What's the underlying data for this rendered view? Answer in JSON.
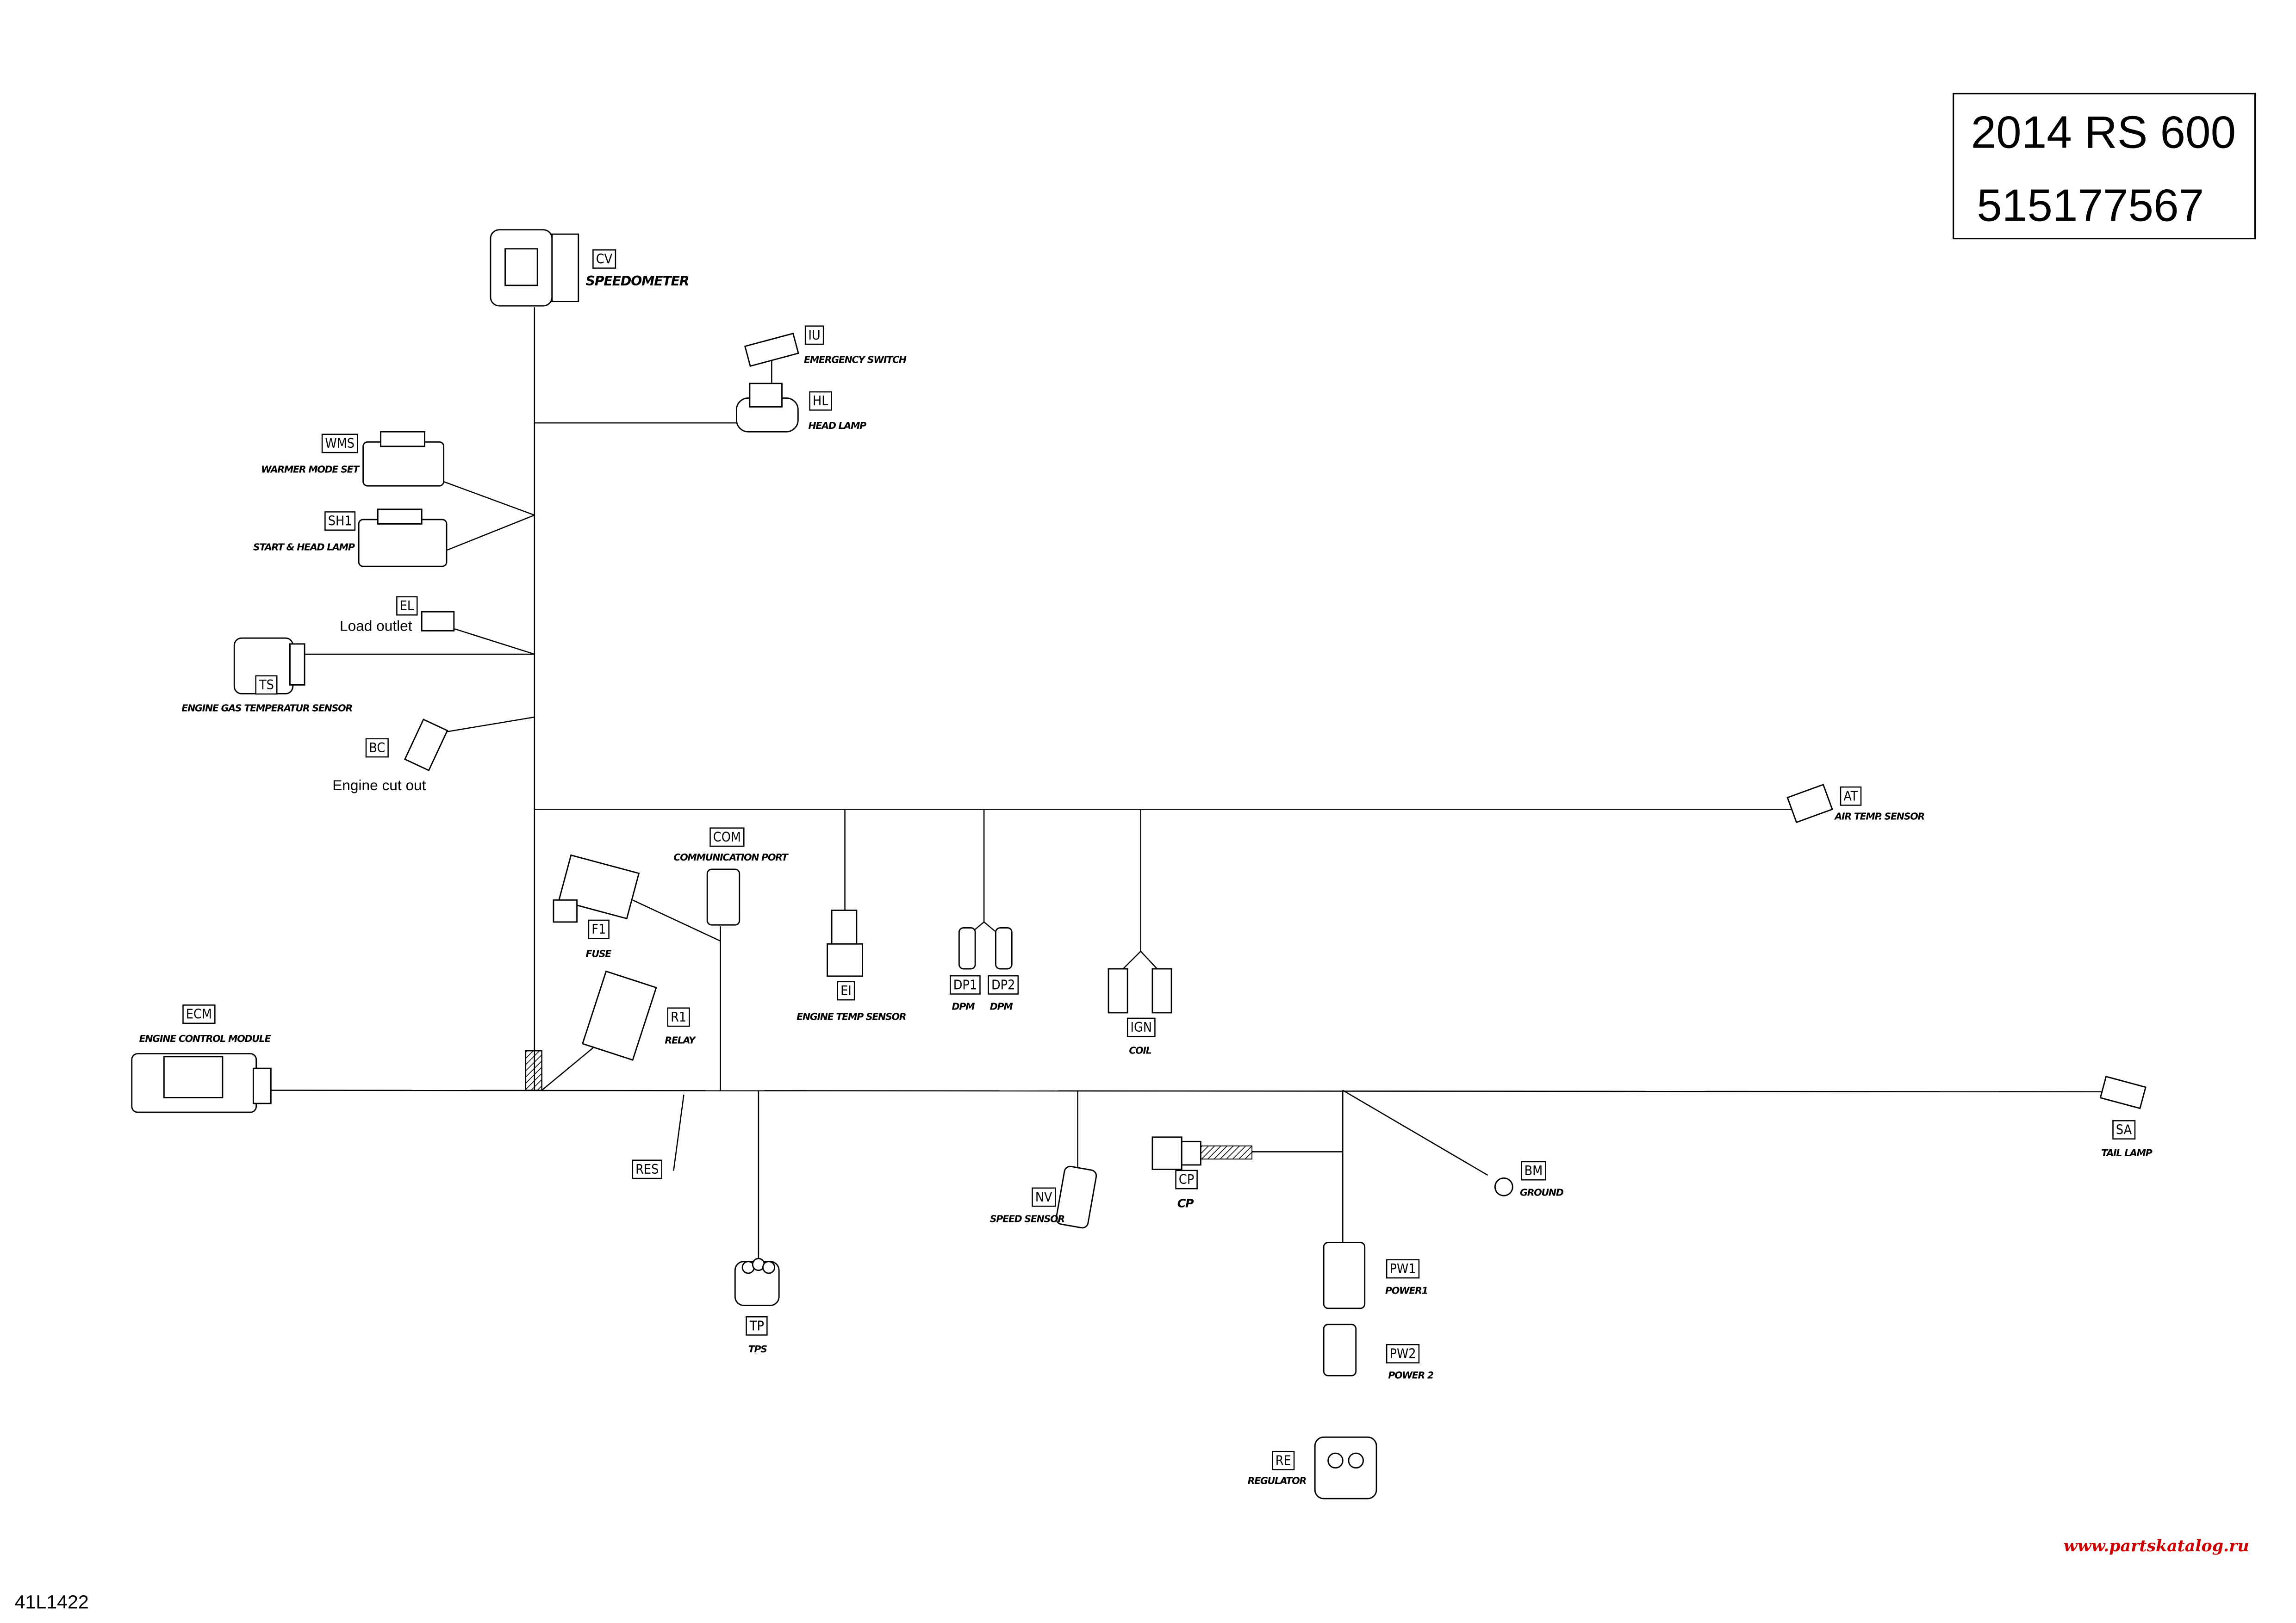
{
  "title_block": {
    "model": "2014 RS 600",
    "part_number": "515177567"
  },
  "drawing_number": "41L1422",
  "watermark": "www.partskatalog.ru",
  "colors": {
    "line": "#000000",
    "watermark": "#cc0000"
  },
  "connectors": {
    "cv": {
      "code": "CV",
      "name": "SPEEDOMETER"
    },
    "iu": {
      "code": "IU",
      "name": "EMERGENCY SWITCH"
    },
    "hl": {
      "code": "HL",
      "name": "HEAD LAMP"
    },
    "wms": {
      "code": "WMS",
      "name": "WARMER MODE SET"
    },
    "sh1": {
      "code": "SH1",
      "name": "START & HEAD LAMP"
    },
    "el": {
      "code": "EL",
      "name": "Load outlet"
    },
    "ts": {
      "code": "TS",
      "name": "ENGINE GAS TEMPERATUR SENSOR"
    },
    "bc": {
      "code": "BC",
      "name": "Engine cut out"
    },
    "at": {
      "code": "AT",
      "name": "AIR TEMP. SENSOR"
    },
    "com": {
      "code": "COM",
      "name": "COMMUNICATION PORT"
    },
    "f1": {
      "code": "F1",
      "name": "FUSE"
    },
    "ei": {
      "code": "EI",
      "name": "ENGINE TEMP SENSOR"
    },
    "dp1": {
      "code": "DP1",
      "name": "DPM"
    },
    "dp2": {
      "code": "DP2",
      "name": "DPM"
    },
    "ign": {
      "code": "IGN",
      "name": "COIL"
    },
    "r1": {
      "code": "R1",
      "name": "RELAY"
    },
    "ecm": {
      "code": "ECM",
      "name": "ENGINE CONTROL MODULE"
    },
    "sa": {
      "code": "SA",
      "name": "TAIL LAMP"
    },
    "res": {
      "code": "RES"
    },
    "tp": {
      "code": "TP",
      "name": "TPS"
    },
    "nv": {
      "code": "NV",
      "name": "SPEED SENSOR"
    },
    "cp": {
      "code": "CP",
      "name": "CP"
    },
    "bm": {
      "code": "BM",
      "name": "GROUND"
    },
    "pw1": {
      "code": "PW1",
      "name": "POWER1"
    },
    "pw2": {
      "code": "PW2",
      "name": "POWER 2"
    },
    "re": {
      "code": "RE",
      "name": "REGULATOR"
    }
  }
}
